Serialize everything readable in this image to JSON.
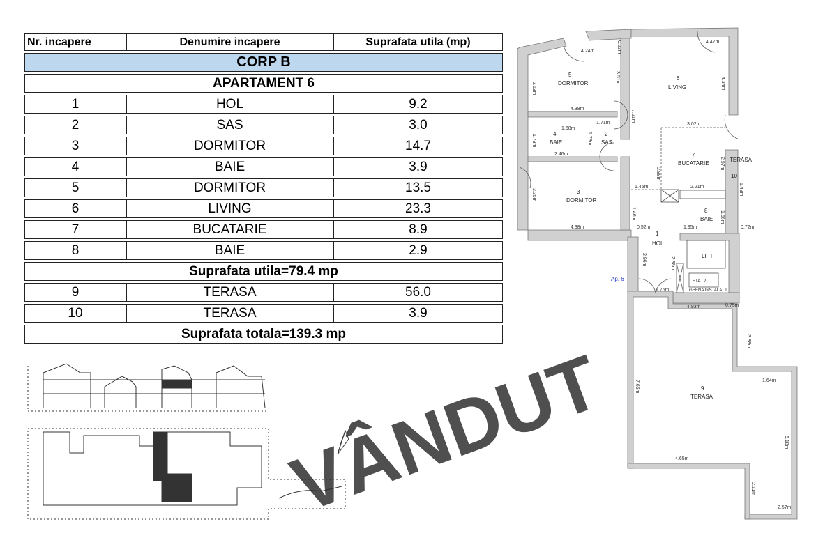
{
  "table": {
    "headers": [
      "Nr. incapere",
      "Denumire incapere",
      "Suprafata utila (mp)"
    ],
    "corp": "CORP B",
    "apartment": "APARTAMENT 6",
    "rooms": [
      {
        "nr": "1",
        "name": "HOL",
        "area": "9.2"
      },
      {
        "nr": "2",
        "name": "SAS",
        "area": "3.0"
      },
      {
        "nr": "3",
        "name": "DORMITOR",
        "area": "14.7"
      },
      {
        "nr": "4",
        "name": "BAIE",
        "area": "3.9"
      },
      {
        "nr": "5",
        "name": "DORMITOR",
        "area": "13.5"
      },
      {
        "nr": "6",
        "name": "LIVING",
        "area": "23.3"
      },
      {
        "nr": "7",
        "name": "BUCATARIE",
        "area": "8.9"
      },
      {
        "nr": "8",
        "name": "BAIE",
        "area": "2.9"
      }
    ],
    "useful_total": "Suprafata utila=79.4  mp",
    "terraces": [
      {
        "nr": "9",
        "name": "TERASA",
        "area": "56.0"
      },
      {
        "nr": "10",
        "name": "TERASA",
        "area": "3.9"
      }
    ],
    "grand_total": "Suprafata totala=139.3  mp"
  },
  "watermark": "VÂNDUT",
  "plan": {
    "apartment_tag": "Ap. 6",
    "rooms": {
      "r5": "DORMITOR",
      "n5": "5",
      "r6": "LIVING",
      "n6": "6",
      "r4": "BAIE",
      "n4": "4",
      "r2": "SAS",
      "n2": "2",
      "r7": "BUCATARIE",
      "n7": "7",
      "r3": "DORMITOR",
      "n3": "3",
      "r8": "BAIE",
      "n8": "8",
      "r1": "HOL",
      "n1": "1",
      "lift": "LIFT",
      "ghena": "GHENA INSTALATII",
      "etaj": "ETAJ 2",
      "r10": "TERASA",
      "n10": "10",
      "r9": "TERASA",
      "n9": "9"
    },
    "dims": [
      "4.24m",
      "0.23m",
      "4.47m",
      "2.63m",
      "3.51m",
      "4.34m",
      "4.38m",
      "7.21m",
      "1.71m",
      "1.68m",
      "3.02m",
      "1.73m",
      "1.78m",
      "2.46m",
      "2.88m",
      "2.97m",
      "5.43m",
      "3.35m",
      "1.45m",
      "2.21m",
      "4.38m",
      "1.46m",
      "1.56m",
      "0.52m",
      "1.95m",
      "0.72m",
      "2.96m",
      "2.98m",
      "1.75m",
      "4.93m",
      "0.75m",
      "3.88m",
      "7.65m",
      "1.64m",
      "6.18m",
      "4.65m",
      "2.11m",
      "2.57m"
    ]
  }
}
